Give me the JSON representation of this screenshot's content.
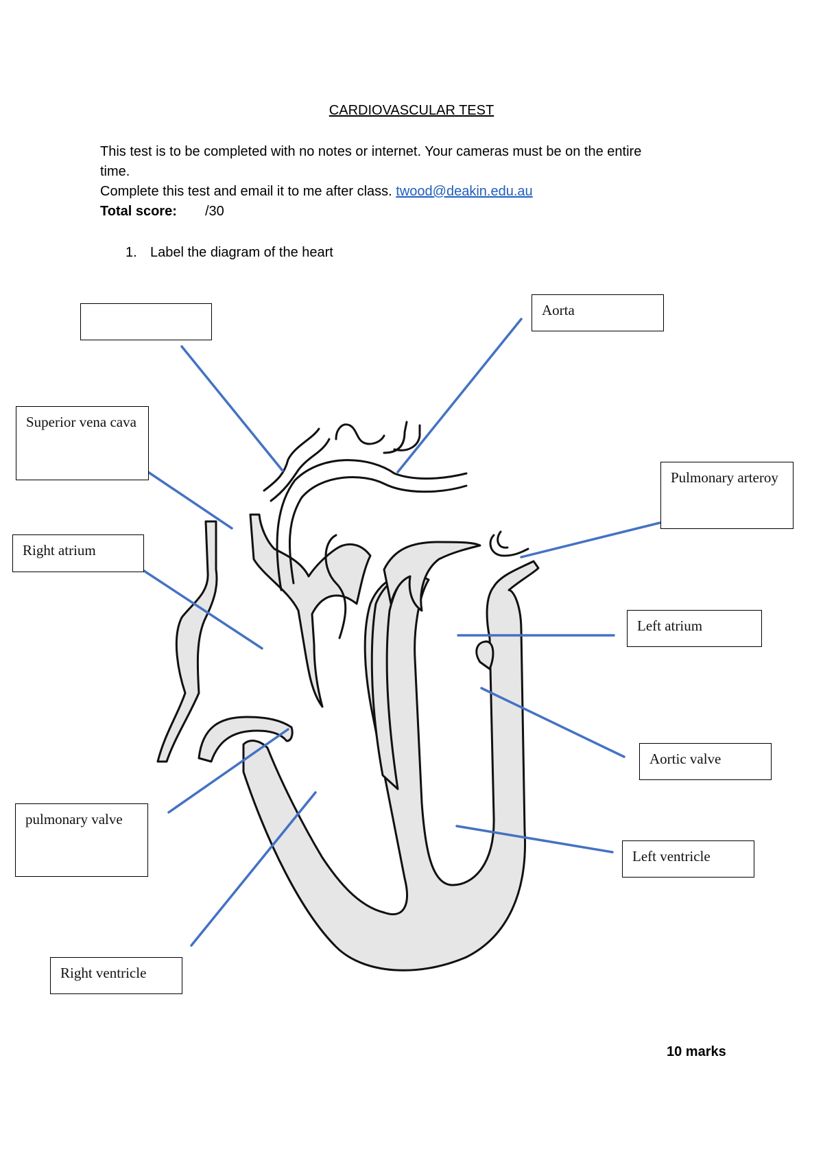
{
  "header": {
    "title": "CARDIOVASCULAR TEST",
    "instructions_line1": "This test is to be completed with no notes or internet. Your cameras must be on the entire",
    "instructions_line2": "time.",
    "instructions_line3": "Complete this test and email it to me after class.",
    "email": "twood@deakin.edu.au",
    "total_score_label": "Total score:",
    "total_score_value": "/30"
  },
  "question": {
    "number": "1.",
    "text": "Label the diagram of the heart"
  },
  "labels": {
    "blank": "",
    "aorta": "Aorta",
    "superior_vena_cava": "Superior vena cava",
    "pulmonary_artery": "Pulmonary arteroy",
    "right_atrium": "Right atrium",
    "left_atrium": "Left atrium",
    "aortic_valve": "Aortic valve",
    "pulmonary_valve": "pulmonary valve",
    "left_ventricle": "Left ventricle",
    "right_ventricle": "Right ventricle"
  },
  "footer": {
    "marks": "10 marks"
  },
  "colors": {
    "leader_line": "#4472c4",
    "heart_fill": "#e6e6e6",
    "link": "#1f5fbf"
  }
}
